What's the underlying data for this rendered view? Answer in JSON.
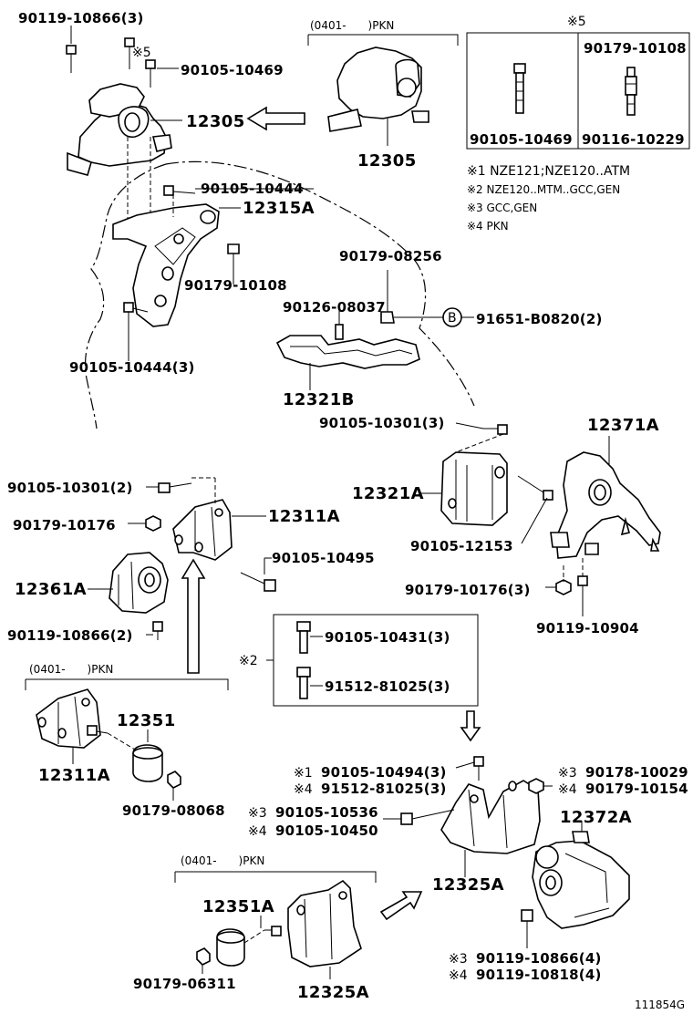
{
  "diagram": {
    "callouts": {
      "c1": "90119-10866(3)",
      "c2": "90105-10469",
      "c3": "12305",
      "c4": "12305",
      "c5": "90179-10108",
      "c6": "90105-10469",
      "c7": "90116-10229",
      "c8": "90105-10444",
      "c9": "12315A",
      "c10": "90179-10108",
      "c11": "90105-10444(3)",
      "c12": "90179-08256",
      "c13": "90126-08037",
      "c14": "91651-B0820(2)",
      "c15": "12321B",
      "c16": "90105-10301(3)",
      "c17": "12371A",
      "c18": "12321A",
      "c19": "90105-12153",
      "c20": "90105-10301(2)",
      "c21": "12311A",
      "c22": "90179-10176",
      "c23": "90105-10495",
      "c24": "12361A",
      "c25": "90119-10866(2)",
      "c26": "90179-10176(3)",
      "c27": "90119-10904",
      "c28": "90105-10431(3)",
      "c29": "91512-81025(3)",
      "c30": "12351",
      "c31": "12311A",
      "c32": "90179-08068",
      "c33": "90105-10494(3)",
      "c34": "91512-81025(3)",
      "c35": "90178-10029",
      "c36": "90179-10154",
      "c37": "12372A",
      "c38": "90105-10536",
      "c39": "90105-10450",
      "c40": "12325A",
      "c41": "12351A",
      "c42": "90179-06311",
      "c43": "12325A",
      "c44": "90119-10866(4)",
      "c45": "90119-10818(4)"
    },
    "markers": {
      "m5_top": "※5",
      "m5_box": "※5",
      "m2": "※2",
      "m1": "※1",
      "m4a": "※4",
      "m3a": "※3",
      "m4b": "※4",
      "m3b": "※3",
      "m4c": "※4",
      "m3c": "※3",
      "m4d": "※4"
    },
    "frame_labels": {
      "f1": "(0401-　　)PKN",
      "f2": "(0401-　　)PKN",
      "f3": "(0401-　　)PKN"
    },
    "legend": [
      "※1 NZE121;NZE120..ATM",
      "※2 NZE120..MTM..GCC,GEN",
      "※3 GCC,GEN",
      "※4 PKN"
    ],
    "ref_symbol": "B",
    "figure_code": "111854G"
  }
}
